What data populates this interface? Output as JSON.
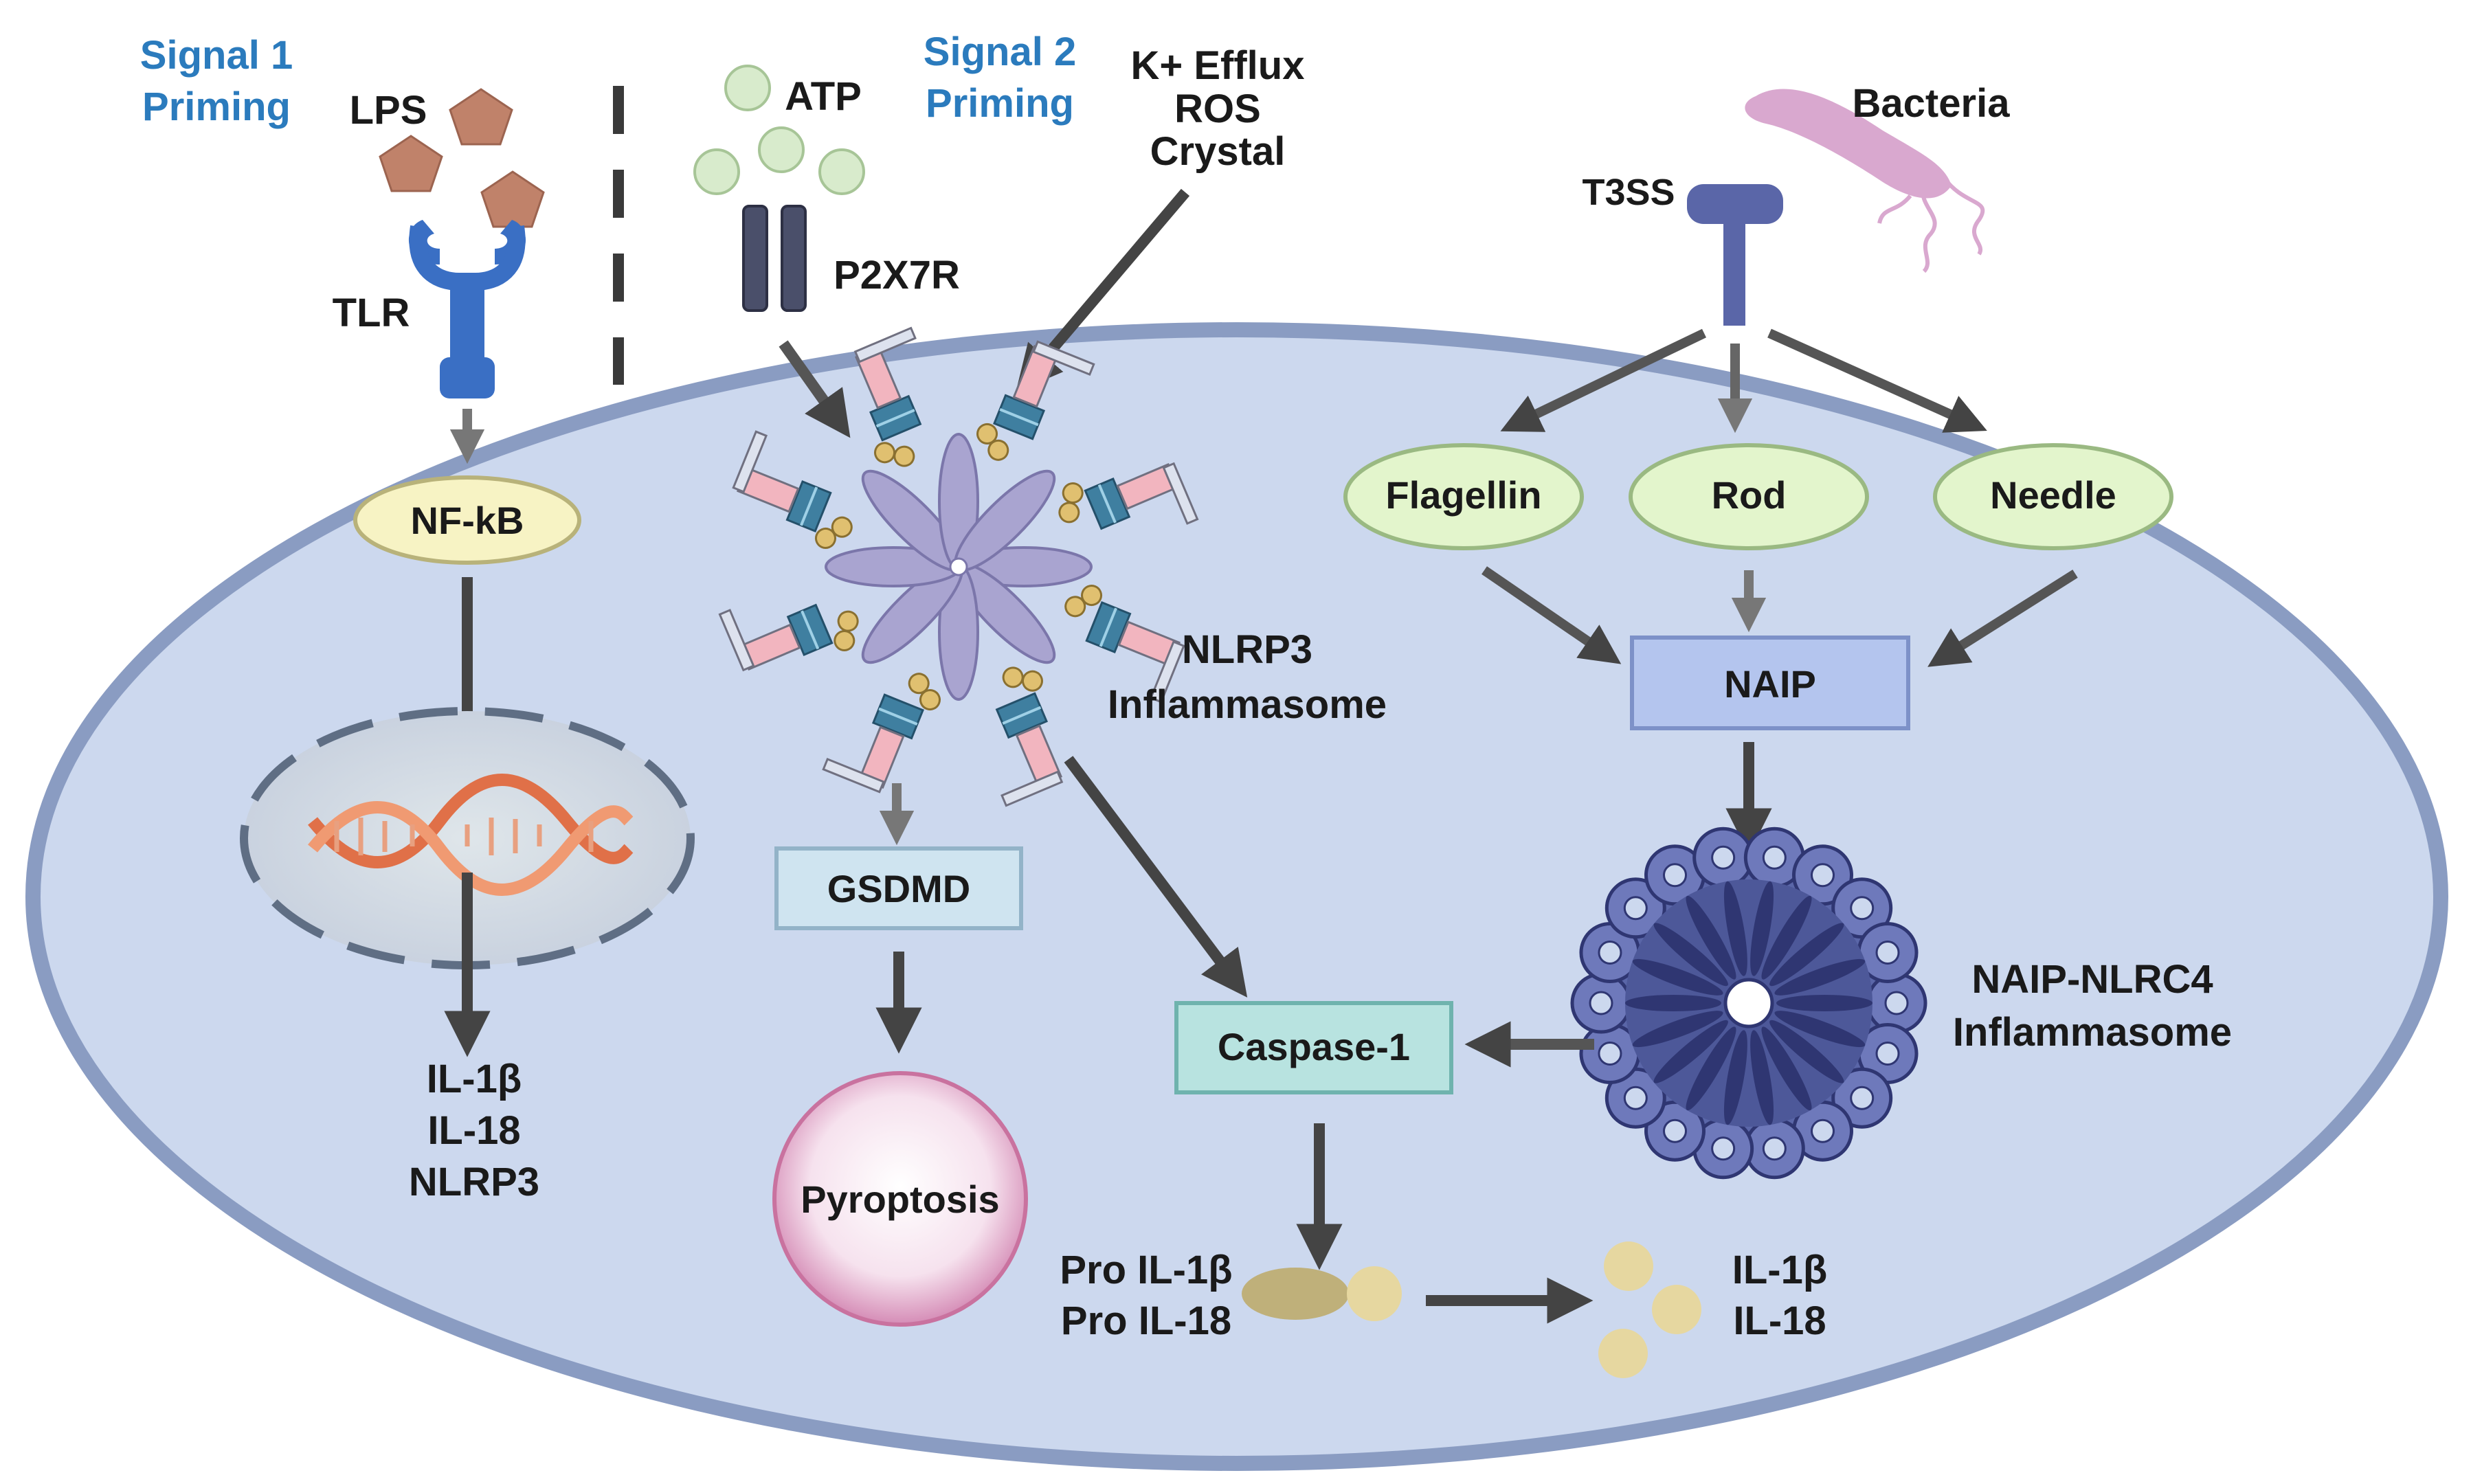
{
  "signals": {
    "signal1_line1": "Signal 1",
    "signal1_line2": "Priming",
    "signal2_line1": "Signal 2",
    "signal2_line2": "Priming"
  },
  "extracellular": {
    "lps": "LPS",
    "atp": "ATP",
    "triggers": [
      "K+ Efflux",
      "ROS",
      "Crystal"
    ],
    "bacteria": "Bacteria",
    "t3ss": "T3SS"
  },
  "receptors": {
    "tlr": "TLR",
    "p2x7r": "P2X7R"
  },
  "nodes": {
    "nfkb": "NF-kB",
    "gsdmd": "GSDMD",
    "pyroptosis": "Pyroptosis",
    "caspase1": "Caspase-1",
    "flagellin": "Flagellin",
    "rod": "Rod",
    "needle": "Needle",
    "naip": "NAIP"
  },
  "complexes": {
    "nlrp3_line1": "NLRP3",
    "nlrp3_line2": "Inflammasome",
    "naip_nlrc4_line1": "NAIP-NLRC4",
    "naip_nlrc4_line2": "Inflammasome"
  },
  "outputs": {
    "transcripts": [
      "IL-1β",
      "IL-18",
      "NLRP3"
    ],
    "pro_cytokines": [
      "Pro IL-1β",
      "Pro IL-18"
    ],
    "mature_cytokines": [
      "IL-1β",
      "IL-18"
    ]
  },
  "colors": {
    "cell_fill": "#ccd8ee",
    "cell_border": "#8a9cc2",
    "arrow": "#444444",
    "signal_text": "#2b7bbd",
    "lps": "#c0826a",
    "atp": "#d8ebcc",
    "receptor_tlr": "#3a6fc4",
    "receptor_p2x7r": "#4a4f6a",
    "nfkb_fill": "#f7f3c4",
    "pamp_fill": "#e3f5cc",
    "gsdmd_fill": "#cfe4f0",
    "caspase_fill": "#b8e3e0",
    "naip_fill": "#b4c5ee",
    "nlrc4": "#5a66a8",
    "nlrp3_petal": "#a9a4d0",
    "bacteria": "#d9a8cf",
    "dna": "#e07048",
    "cytokine": "#e6d7a0",
    "pro_cytokine": "#bfb07a"
  }
}
